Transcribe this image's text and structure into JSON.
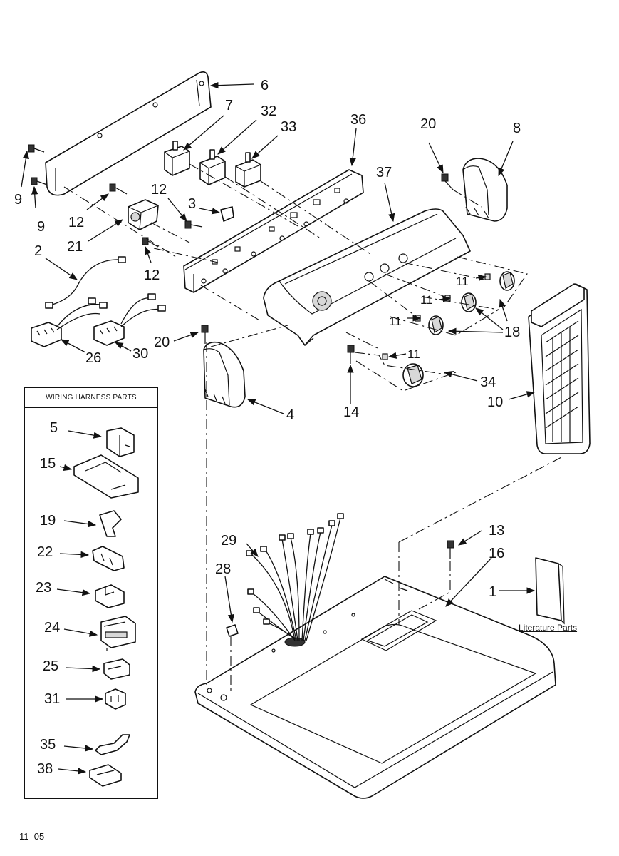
{
  "legend": {
    "title": "WIRING HARNESS PARTS",
    "items": [
      "5",
      "15",
      "19",
      "22",
      "23",
      "24",
      "25",
      "31",
      "35",
      "38"
    ]
  },
  "literature_label": "Literature Parts",
  "page_code": "11–05",
  "callouts": {
    "c1": "1",
    "c2": "2",
    "c3": "3",
    "c4": "4",
    "c6": "6",
    "c7": "7",
    "c8": "8",
    "c9a": "9",
    "c9b": "9",
    "c10": "10",
    "c11a": "11",
    "c11b": "11",
    "c11c": "11",
    "c11d": "11",
    "c12a": "12",
    "c12b": "12",
    "c12c": "12",
    "c13": "13",
    "c14": "14",
    "c16": "16",
    "c18": "18",
    "c20a": "20",
    "c20b": "20",
    "c21": "21",
    "c26": "26",
    "c28": "28",
    "c29": "29",
    "c30": "30",
    "c32": "32",
    "c33": "33",
    "c34": "34",
    "c36": "36",
    "c37": "37"
  }
}
